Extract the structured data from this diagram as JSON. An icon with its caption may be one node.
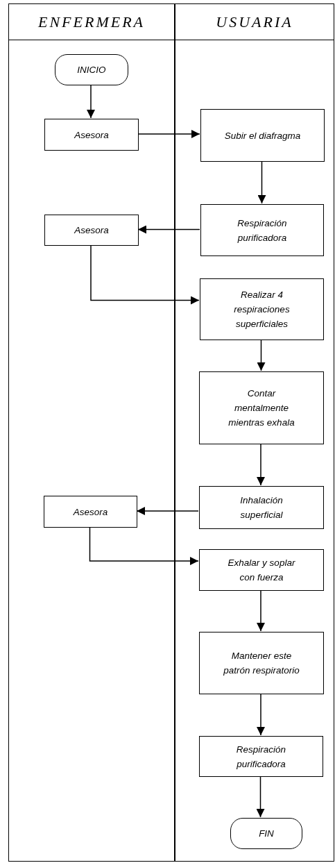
{
  "diagram": {
    "nodes": [
      {
        "text": [
          "ENFERMERA"
        ]
      },
      {
        "text": [
          "USUARIA"
        ]
      },
      {
        "text": [
          "INICIO"
        ],
        "in": 0
      },
      {
        "text": [
          "Asesora"
        ],
        "in": 0
      },
      {
        "text": [
          "Subir el diafragma"
        ],
        "in": 1
      },
      {
        "text": [
          "Respiración purificadora"
        ],
        "in": 1
      },
      {
        "text": [
          "Asesora"
        ],
        "in": 0
      },
      {
        "text": [
          "Realizar 4 respiraciones superficiales"
        ],
        "in": 1
      },
      {
        "text": [
          "Contar mentalmente mientras exhala"
        ],
        "in": 1
      },
      {
        "text": [
          "Inhalación superficial"
        ],
        "in": 1
      },
      {
        "text": [
          "Asesora"
        ],
        "in": 0
      },
      {
        "text": [
          "Exhalar y soplar con fuerza"
        ],
        "in": 1
      },
      {
        "text": [
          "Mantener este patrón respiratorio"
        ],
        "in": 1
      },
      {
        "text": [
          "Respiración purificadora"
        ],
        "in": 1
      },
      {
        "text": [
          "FIN"
        ],
        "in": 1
      }
    ],
    "edges": [
      {
        "from": 2,
        "to": 3,
        "arrow": "to"
      },
      {
        "from": 3,
        "to": 4,
        "arrow": "to"
      },
      {
        "from": 4,
        "to": 5,
        "arrow": "to"
      },
      {
        "from": 5,
        "to": 6,
        "arrow": "to"
      },
      {
        "from": 6,
        "to": 7,
        "arrow": "to"
      },
      {
        "from": 7,
        "to": 8,
        "arrow": "to"
      },
      {
        "from": 8,
        "to": 9,
        "arrow": "to"
      },
      {
        "from": 9,
        "to": 10,
        "arrow": "to"
      },
      {
        "from": 10,
        "to": 11,
        "arrow": "to"
      },
      {
        "from": 11,
        "to": 12,
        "arrow": "to"
      },
      {
        "from": 12,
        "to": 13,
        "arrow": "to"
      },
      {
        "from": 13,
        "to": 14,
        "arrow": "to"
      }
    ]
  }
}
